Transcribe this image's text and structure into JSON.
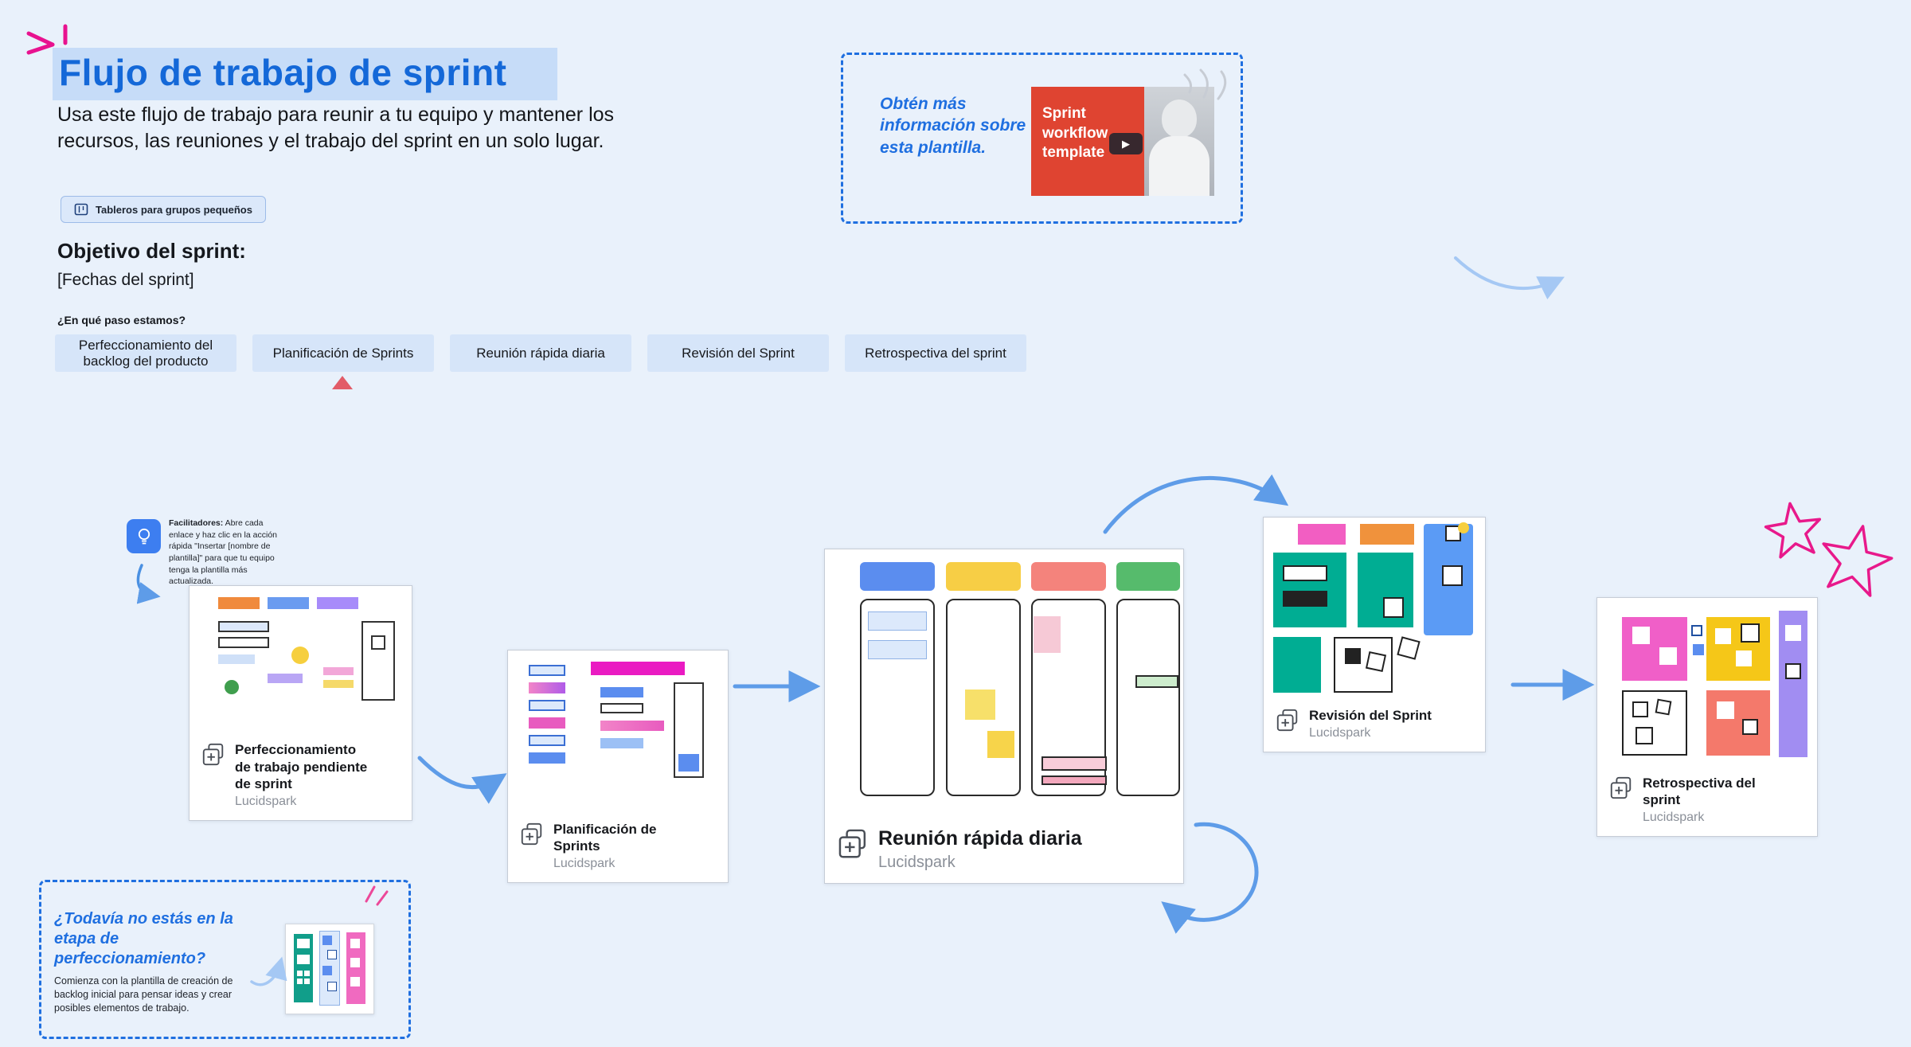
{
  "colors": {
    "accent_blue": "#1f6fe0",
    "title_blue": "#1468d8",
    "title_highlight": "#c6dcf8",
    "button_bg": "#d6e5f9",
    "magenta_doodle": "#e8128f",
    "video_red": "#df4431",
    "arrow_blue": "#5e9ce8"
  },
  "header": {
    "title": "Flujo de trabajo de sprint",
    "subtitle": "Usa este flujo de trabajo para reunir a tu equipo y mantener los recursos, las reuniones y el trabajo del sprint en un solo lugar.",
    "badge": "Tableros para grupos pequeños"
  },
  "sprint": {
    "goal_label": "Objetivo del sprint:",
    "dates_placeholder": "[Fechas del sprint]",
    "step_question": "¿En qué paso estamos?",
    "steps": [
      {
        "label": "Perfeccionamiento del backlog del producto"
      },
      {
        "label": "Planificación de Sprints"
      },
      {
        "label": "Reunión rápida diaria"
      },
      {
        "label": "Revisión del Sprint"
      },
      {
        "label": "Retrospectiva del sprint"
      }
    ]
  },
  "info_box": {
    "text": "Obtén más información sobre esta plantilla.",
    "video_caption": "Sprint workflow template",
    "play_glyph": "▶"
  },
  "tip": {
    "label": "Facilitadores:",
    "text": " Abre cada enlace y haz clic en la acción rápida \"Insertar [nombre de plantilla]\" para que tu equipo tenga la plantilla más actualizada."
  },
  "cards": [
    {
      "title": "Perfeccionamiento de trabajo pendiente de sprint",
      "brand": "Lucidspark"
    },
    {
      "title": "Planificación de Sprints",
      "brand": "Lucidspark"
    },
    {
      "title": "Reunión rápida diaria",
      "brand": "Lucidspark"
    },
    {
      "title": "Revisión del Sprint",
      "brand": "Lucidspark"
    },
    {
      "title": "Retrospectiva del sprint",
      "brand": "Lucidspark"
    }
  ],
  "starter_box": {
    "heading": "¿Todavía no estás en la etapa de perfeccionamiento?",
    "body": "Comienza con la plantilla de creación de backlog inicial para pensar ideas y crear posibles elementos de trabajo."
  }
}
